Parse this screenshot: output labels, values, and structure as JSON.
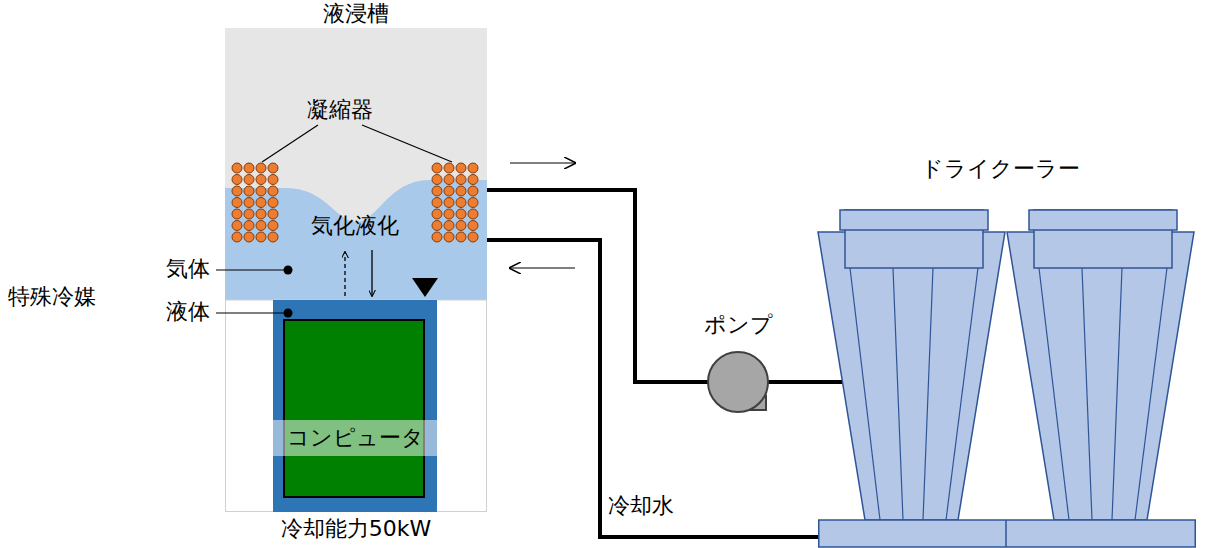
{
  "diagram": {
    "nodes": [
      {
        "text": [
          "液浸槽"
        ]
      },
      {
        "text": [
          "コンピュータ"
        ],
        "in": 0
      },
      {
        "text": [
          "ポンプ"
        ]
      },
      {
        "text": [
          "ドライクーラー"
        ]
      }
    ],
    "edges": [
      {
        "from": 0,
        "to": 2,
        "arrow": "none"
      },
      {
        "from": 2,
        "to": 3,
        "arrow": "none"
      },
      {
        "from": 3,
        "to": 0,
        "arrow": "none"
      }
    ],
    "labels": [
      "凝縮器",
      "気化液化",
      "気体",
      "液体",
      "特殊冷媒",
      "冷却能力50kW",
      "冷却水"
    ]
  }
}
